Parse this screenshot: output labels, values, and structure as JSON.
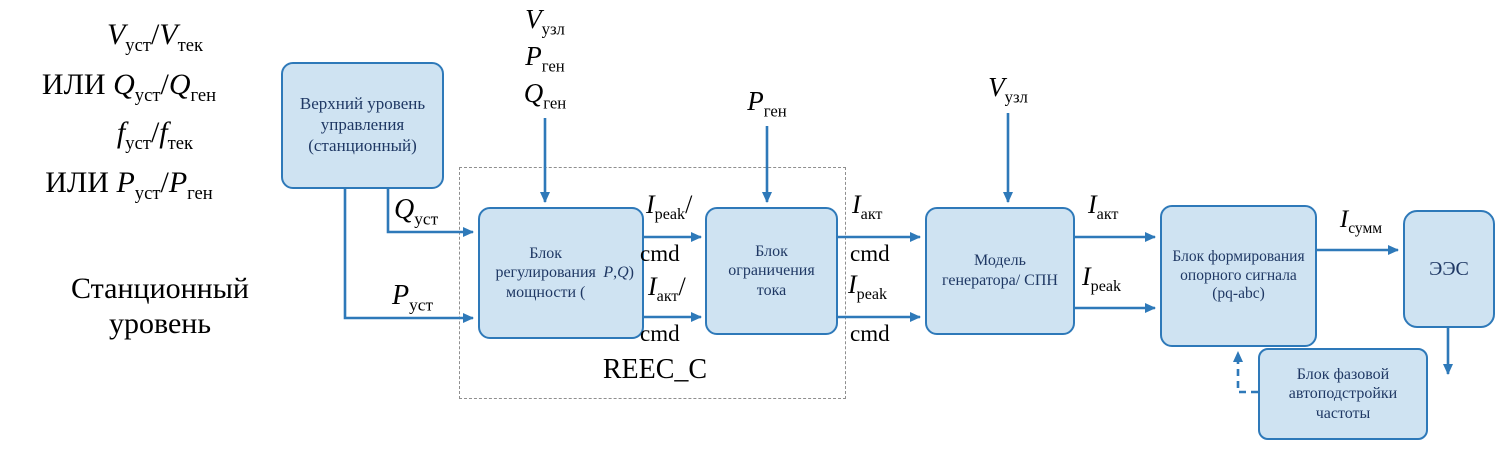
{
  "colors": {
    "block_fill": "#cfe3f2",
    "block_border": "#2e79b9",
    "arrow": "#2e79b9",
    "dashed_box": "#8f8f8f",
    "block_text": "#1f3864"
  },
  "left_inputs": [
    "*V*_{уст}/*V*_{тек}",
    "ИЛИ *Q*_{уст}/*Q*_{ген}",
    "*f*_{уст}/*f*_{тек}",
    "ИЛИ *P*_{уст}/*P*_{ген}"
  ],
  "station_level": "Станционный уровень",
  "reec_box_label": "REEC_C",
  "blocks": {
    "upper_control": "Верхний уровень управления (станционный)",
    "power_regulation": "Блок регулирования мощности (*P*, *Q*)",
    "current_limiting": "Блок ограничения тока",
    "generator_model": "Модель генератора/ СПН",
    "reference_signal": "Блок формирования опорного сигнала (pq-abc)",
    "power_system": "ЭЭС",
    "pll": "Блок фазовой автоподстройки частоты"
  },
  "signals": {
    "q_set": "*Q*_{уст}",
    "p_set": "*P*_{уст}",
    "v_node_top": "*V*_{узл}",
    "p_gen_top": "*P*_{ген}",
    "q_gen_top": "*Q*_{ген}",
    "p_gen_mid": "*P*_{ген}",
    "v_node_mid": "*V*_{узл}",
    "i_peak_cmd_a_top": "*I*_{peak}/",
    "i_peak_cmd_a_bottom": "cmd",
    "i_act_cmd_a_top": "*I*_{акт}/",
    "i_act_cmd_a_bottom": "cmd",
    "i_act_cmd_b_top": "*I*_{акт}",
    "i_act_cmd_b_bottom": "cmd",
    "i_peak_cmd_b_top": "*I*_{peak}",
    "i_peak_cmd_b_bottom": "cmd",
    "i_act": "*I*_{акт}",
    "i_peak": "*I*_{peak}",
    "i_sum": "*I*_{сумм}"
  }
}
